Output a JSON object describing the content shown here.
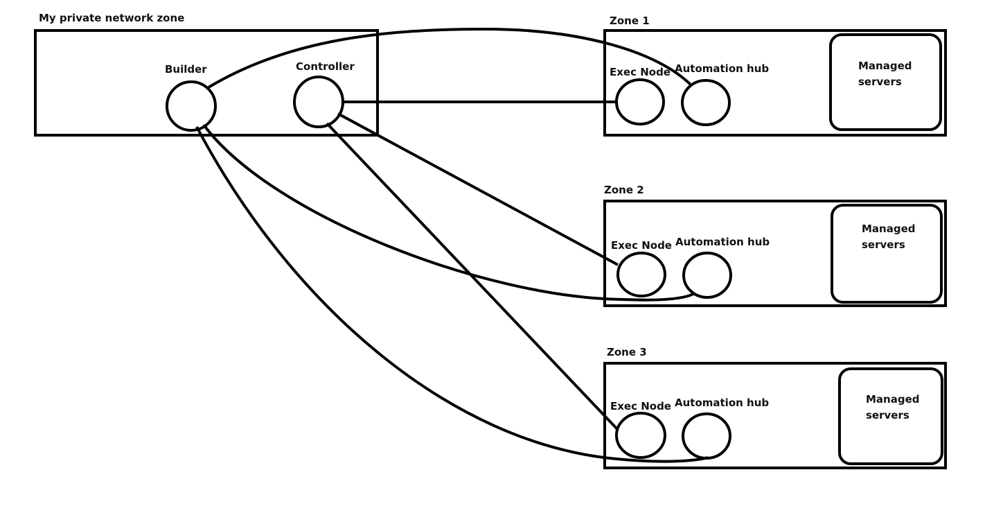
{
  "diagram": {
    "private_zone": {
      "title": "My private network zone",
      "nodes": {
        "builder": "Builder",
        "controller": "Controller"
      }
    },
    "zones": [
      {
        "title": "Zone 1",
        "exec_node": "Exec Node",
        "automation_hub": "Automation hub",
        "managed_servers": "Managed\nservers"
      },
      {
        "title": "Zone 2",
        "exec_node": "Exec Node",
        "automation_hub": "Automation hub",
        "managed_servers": "Managed\nservers"
      },
      {
        "title": "Zone 3",
        "exec_node": "Exec Node",
        "automation_hub": "Automation hub",
        "managed_servers": "Managed\nservers"
      }
    ],
    "connections": [
      {
        "from": "Builder",
        "to": "Zone 1 Automation hub"
      },
      {
        "from": "Controller",
        "to": "Zone 1 Exec Node"
      },
      {
        "from": "Controller",
        "to": "Zone 2 Exec Node"
      },
      {
        "from": "Builder",
        "to": "Zone 2 Automation hub"
      },
      {
        "from": "Controller",
        "to": "Zone 3 Exec Node"
      },
      {
        "from": "Builder",
        "to": "Zone 3 Automation hub"
      }
    ],
    "stroke_color": "#000000",
    "background_color": "#ffffff"
  }
}
